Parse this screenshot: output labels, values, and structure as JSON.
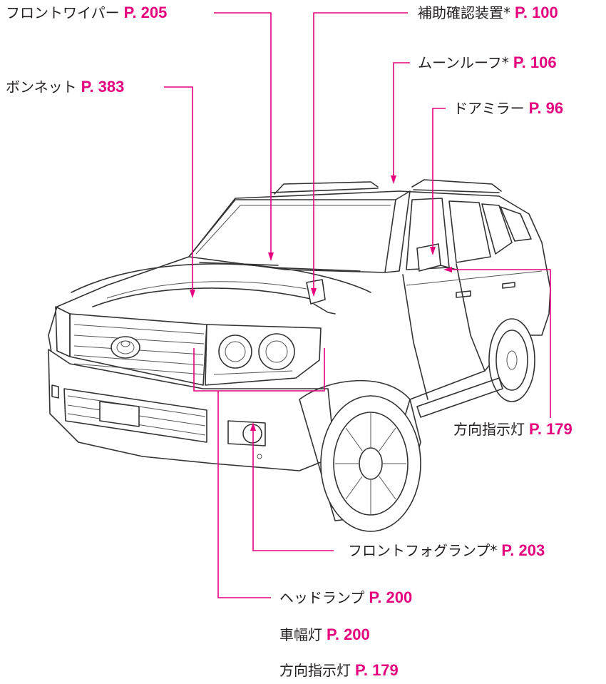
{
  "labels": {
    "front_wiper": {
      "name": "フロントワイパー",
      "page": "P. 205"
    },
    "bonnet": {
      "name": "ボンネット",
      "page": "P. 383"
    },
    "assist_mirror": {
      "name": "補助確認装置*",
      "page": "P. 100"
    },
    "moonroof": {
      "name": "ムーンルーフ*",
      "page": "P. 106"
    },
    "door_mirror": {
      "name": "ドアミラー",
      "page": "P. 96"
    },
    "side_turn": {
      "name": "方向指示灯",
      "page": "P. 179"
    },
    "fog_lamp": {
      "name": "フロントフォグランプ*",
      "page": "P. 203"
    },
    "headlamp": {
      "name": "ヘッドランプ",
      "page": "P. 200"
    },
    "clearance": {
      "name": "車幅灯",
      "page": "P. 200"
    },
    "front_turn": {
      "name": "方向指示灯",
      "page": "P. 179"
    }
  },
  "colors": {
    "accent": "#e5007e",
    "text": "#231f20",
    "line_art": "#333333"
  }
}
